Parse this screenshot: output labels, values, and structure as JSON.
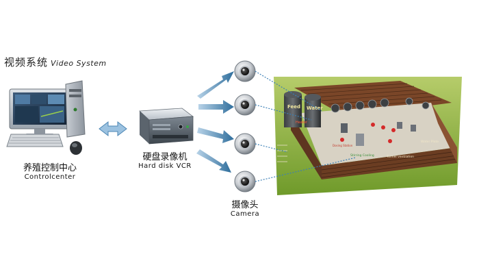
{
  "title": {
    "cn": "视频系统",
    "en": "Video System"
  },
  "nodes": {
    "control_center": {
      "cn": "养殖控制中心",
      "en": "Controlcenter"
    },
    "vcr": {
      "cn": "硬盘录像机",
      "en": "Hard disk VCR"
    },
    "camera": {
      "cn": "摄像头",
      "en": "Camera"
    }
  },
  "barn": {
    "silos": [
      "Feed",
      "Water"
    ],
    "labels": [
      "Heater",
      "Stirring Cooling",
      "Tunnel ventilation",
      "Dosing Station",
      "Water Plate"
    ]
  },
  "colors": {
    "arrow_blue": "#2f6e9c",
    "link_blue": "#3a7fb5",
    "barn_roof": "#6b3d22",
    "grass": "#8bb33a"
  }
}
